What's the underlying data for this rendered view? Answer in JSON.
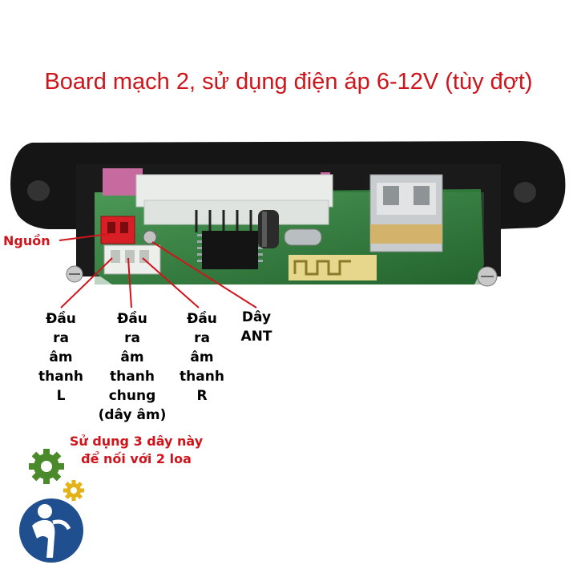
{
  "title": "Board mạch 2, sử dụng điện áp 6-12V (tùy đợt)",
  "labels": {
    "power": "Nguồn",
    "left": [
      "Đầu",
      "ra",
      "âm",
      "thanh",
      "L"
    ],
    "common": [
      "Đầu",
      "ra",
      "âm",
      "thanh",
      "chung",
      "(dây âm)"
    ],
    "right": [
      "Đầu",
      "ra",
      "âm",
      "thanh",
      "R"
    ],
    "ant": [
      "Dây",
      "ANT"
    ]
  },
  "note": [
    "Sử dụng 3 dây này",
    "để nối với 2 loa"
  ],
  "colors": {
    "accent_red": "#d0141b",
    "panel_black": "#151515",
    "pcb_green": "#2f7a3a",
    "logo_blue": "#1f4f8f",
    "gear_green": "#4a8a2a",
    "gear_yellow": "#e4b31a"
  },
  "icons": [
    "screw-icon",
    "usb-port-icon",
    "gear-icon",
    "person-logo-icon"
  ]
}
